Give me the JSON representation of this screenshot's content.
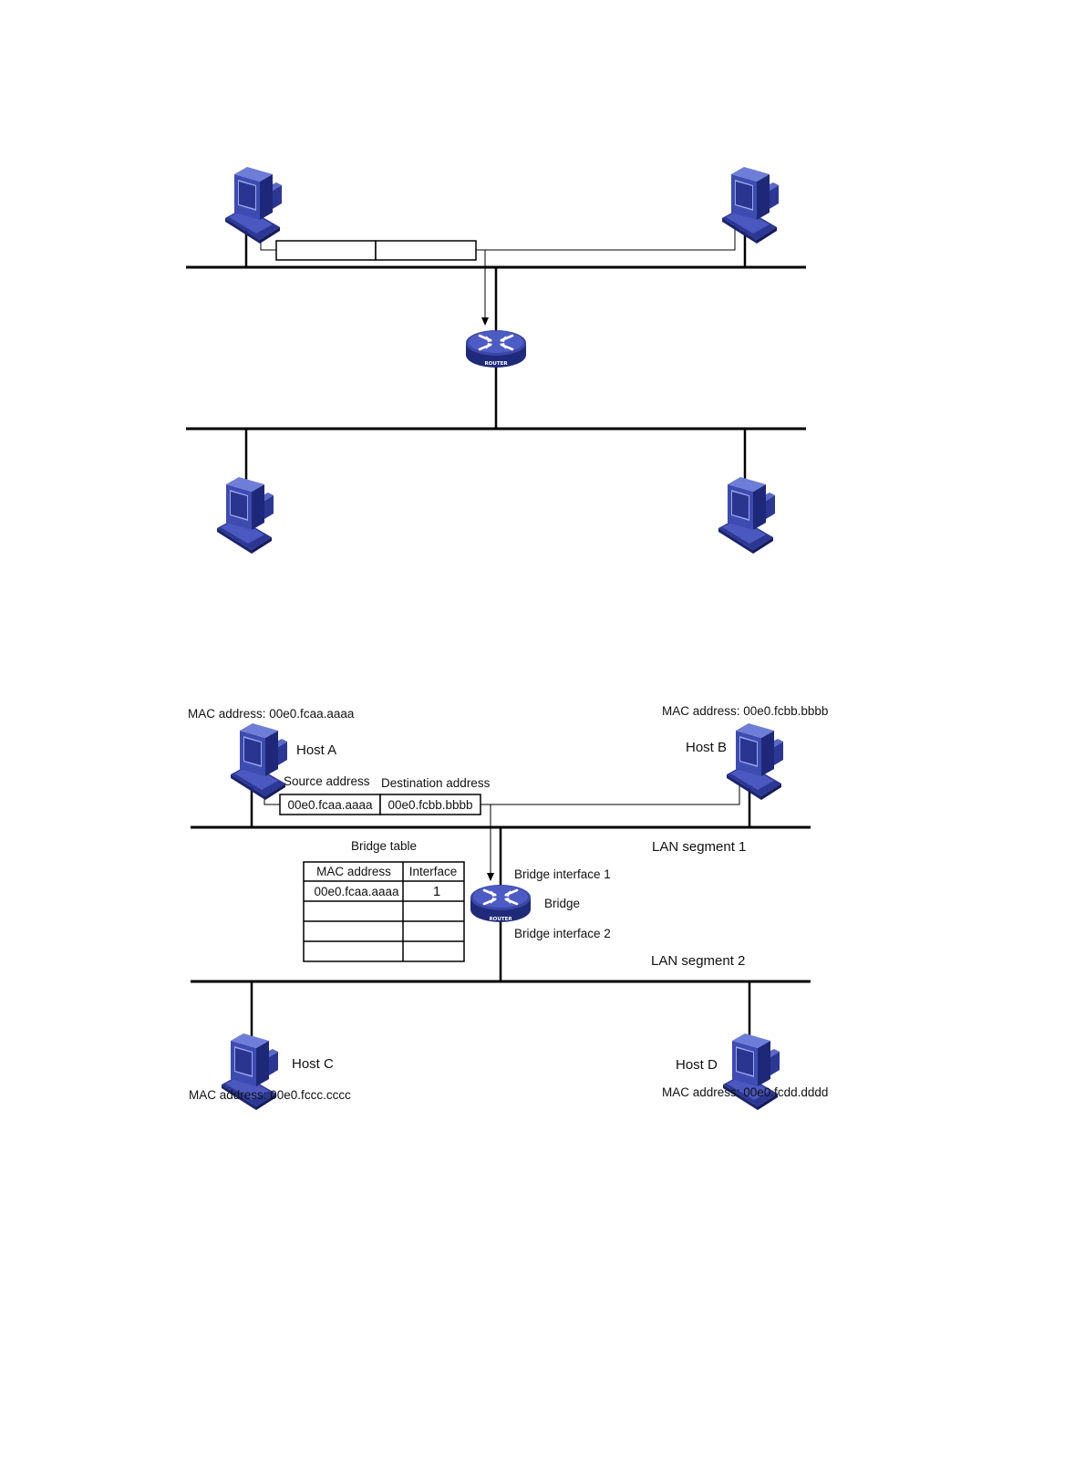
{
  "lower": {
    "host_a": {
      "name": "Host A",
      "mac": "MAC address: 00e0.fcaa.aaaa"
    },
    "host_b": {
      "name": "Host B",
      "mac": "MAC address: 00e0.fcbb.bbbb"
    },
    "host_c": {
      "name": "Host C",
      "mac": "MAC address: 00e0.fccc.cccc"
    },
    "host_d": {
      "name": "Host D",
      "mac": "MAC address: 00e0.fcdd.dddd"
    },
    "frame": {
      "source_label": "Source address",
      "destination_label": "Destination address",
      "source_value": "00e0.fcaa.aaaa",
      "destination_value": "00e0.fcbb.bbbb"
    },
    "bridge_table": {
      "title": "Bridge table",
      "headers": [
        "MAC address",
        "Interface"
      ],
      "rows": [
        [
          "00e0.fcaa.aaaa",
          "1"
        ],
        [
          "",
          ""
        ],
        [
          "",
          ""
        ],
        [
          "",
          ""
        ]
      ]
    },
    "bridge": {
      "label": "Bridge",
      "interface1": "Bridge interface 1",
      "interface2": "Bridge interface 2",
      "device_text": "ROUTER"
    },
    "segment1": "LAN segment 1",
    "segment2": "LAN segment 2"
  },
  "upper": {
    "device_text": "ROUTER"
  },
  "colors": {
    "device_blue": "#3a46a8",
    "device_dark": "#1f2a7a",
    "device_light": "#6f7fd6"
  }
}
